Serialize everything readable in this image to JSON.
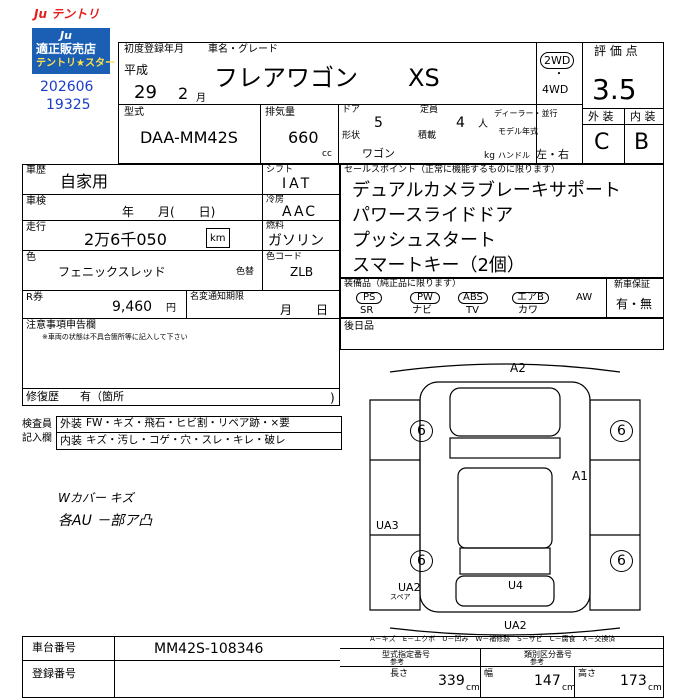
{
  "logo": {
    "brand": "Ju テントリ",
    "badge_top": "Ju",
    "badge_mid": "適正販売店",
    "badge_bottom": "テントリ★スター",
    "code1": "202606",
    "code2": "19325"
  },
  "header": {
    "reg_label": "初度登録年月",
    "name_label": "車名・グレード",
    "era": "平成",
    "year": "29",
    "month": "2",
    "month_unit": "月",
    "car_name": "フレアワゴン",
    "grade": "XS",
    "drive_2wd": "2WD",
    "drive_dot": "・",
    "drive_4wd": "4WD",
    "rating_label": "評 価 点",
    "rating": "3.5",
    "model_label": "型式",
    "model": "DAA-MM42S",
    "displacement_label": "排気量",
    "displacement": "660",
    "cc": "cc",
    "doors_label": "ドア",
    "doors": "5",
    "seats_label": "定員",
    "seats": "4",
    "person": "人",
    "shape_label": "形状",
    "shape": "ワゴン",
    "load_label": "積載",
    "kg": "kg",
    "dealer_label": "ディーラー・並行",
    "model_year_label": "モデル年式",
    "handle_label": "ハンドル",
    "handle": "左・右",
    "exterior_label": "外 装",
    "interior_label": "内 装",
    "exterior": "C",
    "interior": "B"
  },
  "left": {
    "type_label": "車歴",
    "type": "自家用",
    "shift_label": "シフト",
    "shift": "IAT",
    "inspection_label": "車検",
    "inspection": "年　　月(　　日)",
    "ac_label": "冷房",
    "ac": "AAC",
    "mileage_label": "走行",
    "mileage": "2万6千050",
    "km": "km",
    "fuel_label": "燃料",
    "fuel": "ガソリン",
    "color_label": "色",
    "color": "フェニックスレッド",
    "color_no_label": "色替",
    "color_code_label": "色コード",
    "color_code": "ZLB",
    "recycle_label": "R券",
    "recycle": "9,460",
    "yen": "円",
    "name_change_label": "名変通知期限",
    "name_change": "月　　日",
    "notes_label": "注意事項申告欄",
    "notes_sub": "※車両の状態は不具合箇所等に記入して下さい",
    "repair_label": "修復歴",
    "repair": "有（箇所",
    "inspector_label1": "検査員",
    "inspector_label2": "記入欄",
    "exterior_row_label": "外装",
    "exterior_row": "FW・キズ・飛石・ヒビ割・リペア跡・×要",
    "interior_row_label": "内装",
    "interior_row": "キズ・汚し・コゲ・穴・スレ・キレ・破レ",
    "handwritten1": "Wカバー キズ",
    "handwritten2": "各AU －部ア凸"
  },
  "sales": {
    "label": "セールスポイント（正常に機能するものに限ります）",
    "points": [
      "デュアルカメラブレーキサポート",
      "パワースライドドア",
      "プッシュスタート",
      "スマートキー（2個）"
    ]
  },
  "equipment": {
    "label": "装備品（純正品に限ります）",
    "items_top": [
      "PS",
      "PW",
      "ABS",
      "エアB",
      "AW"
    ],
    "items_bottom": [
      "SR",
      "ナビ",
      "TV",
      "カワ"
    ],
    "new_car_label": "新車保証",
    "new_car": "有・無"
  },
  "diagram": {
    "after_label": "後日品",
    "marks": [
      "A2",
      "6",
      "6",
      "A1",
      "UA3",
      "6",
      "6",
      "UA2",
      "U4",
      "UA2"
    ],
    "legend": "A－キズ　E－エクボ　U－凹み　W－補修跡　S－サビ　C－腐食　X－交換済",
    "spare_label": "スペア"
  },
  "footer": {
    "chassis_label": "車台番号",
    "chassis": "MM42S-108346",
    "reg_no_label": "登録番号",
    "type_designation_label": "型式指定番号",
    "type_ref": "参考",
    "class_label": "類別区分番号",
    "class_ref": "参考",
    "length_label": "長さ",
    "length": "339",
    "width_label": "幅",
    "width": "147",
    "height_label": "高さ",
    "height": "173",
    "cm": "cm"
  }
}
